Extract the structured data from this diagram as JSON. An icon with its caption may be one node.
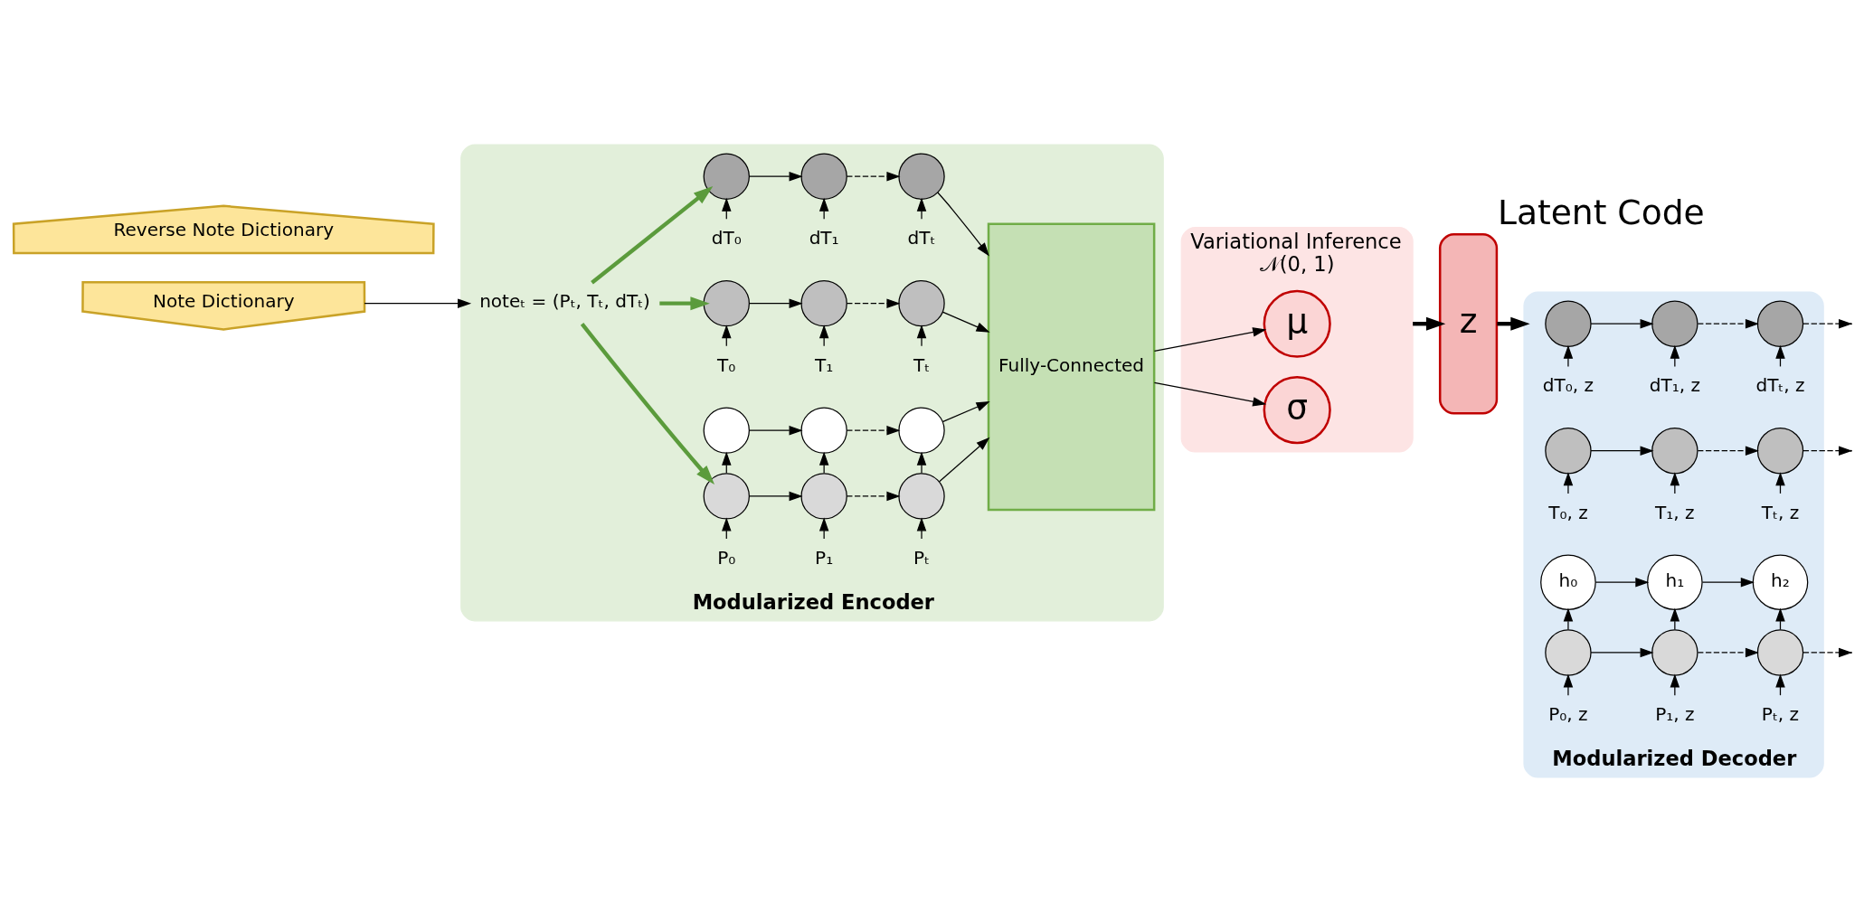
{
  "diagram": {
    "nodes": [
      {
        "text": [
          "Note Dictionary"
        ]
      },
      {
        "text": [
          "Reverse Note Dictionary"
        ]
      },
      {
        "text": [
          "Modularized Encoder"
        ]
      },
      {
        "text": [
          "noteₜ = (Pₜ, Tₜ, dTₜ)"
        ],
        "in": 2
      },
      {
        "text": [],
        "shape": "circle",
        "in": 2
      },
      {
        "text": [],
        "shape": "circle",
        "in": 2
      },
      {
        "text": [],
        "shape": "circle",
        "in": 2
      },
      {
        "text": [
          "dT₀"
        ],
        "in": 2
      },
      {
        "text": [
          "dT₁"
        ],
        "in": 2
      },
      {
        "text": [
          "dTₜ"
        ],
        "in": 2
      },
      {
        "text": [],
        "shape": "circle",
        "in": 2
      },
      {
        "text": [],
        "shape": "circle",
        "in": 2
      },
      {
        "text": [],
        "shape": "circle",
        "in": 2
      },
      {
        "text": [
          "T₀"
        ],
        "in": 2
      },
      {
        "text": [
          "T₁"
        ],
        "in": 2
      },
      {
        "text": [
          "Tₜ"
        ],
        "in": 2
      },
      {
        "text": [],
        "shape": "circle",
        "in": 2
      },
      {
        "text": [],
        "shape": "circle",
        "in": 2
      },
      {
        "text": [],
        "shape": "circle",
        "in": 2
      },
      {
        "text": [
          "P₀"
        ],
        "in": 2
      },
      {
        "text": [
          "P₁"
        ],
        "in": 2
      },
      {
        "text": [
          "Pₜ"
        ],
        "in": 2
      },
      {
        "text": [],
        "shape": "circle",
        "in": 2
      },
      {
        "text": [],
        "shape": "circle",
        "in": 2
      },
      {
        "text": [],
        "shape": "circle",
        "in": 2
      },
      {
        "text": [
          "Fully-Connected"
        ],
        "in": 2
      },
      {
        "text": [
          "Variational Inference",
          "𝒩(0, 1)"
        ]
      },
      {
        "text": [
          "μ"
        ],
        "in": 26
      },
      {
        "text": [
          "σ"
        ],
        "in": 26
      },
      {
        "text": [
          "z"
        ],
        "beside": [
          "Latent Code"
        ]
      },
      {
        "text": [
          "Modularized Decoder"
        ]
      },
      {
        "text": [],
        "shape": "circle",
        "in": 30
      },
      {
        "text": [],
        "shape": "circle",
        "in": 30
      },
      {
        "text": [],
        "shape": "circle",
        "in": 30
      },
      {
        "text": [
          "dT₀, z"
        ],
        "in": 30
      },
      {
        "text": [
          "dT₁, z"
        ],
        "in": 30
      },
      {
        "text": [
          "dTₜ, z"
        ],
        "in": 30
      },
      {
        "text": [],
        "shape": "circle",
        "in": 30
      },
      {
        "text": [],
        "shape": "circle",
        "in": 30
      },
      {
        "text": [],
        "shape": "circle",
        "in": 30
      },
      {
        "text": [
          "T₀, z"
        ],
        "in": 30
      },
      {
        "text": [
          "T₁, z"
        ],
        "in": 30
      },
      {
        "text": [
          "Tₜ, z"
        ],
        "in": 30
      },
      {
        "text": [],
        "shape": "circle",
        "in": 30
      },
      {
        "text": [],
        "shape": "circle",
        "in": 30
      },
      {
        "text": [],
        "shape": "circle",
        "in": 30
      },
      {
        "text": [
          "P₀, z"
        ],
        "in": 30
      },
      {
        "text": [
          "P₁, z"
        ],
        "in": 30
      },
      {
        "text": [
          "Pₜ, z"
        ],
        "in": 30
      },
      {
        "text": [
          "h₀"
        ],
        "in": 30
      },
      {
        "text": [
          "h₁"
        ],
        "in": 30
      },
      {
        "text": [
          "h₂"
        ],
        "in": 30
      }
    ],
    "edges": [
      {
        "from": 0,
        "to": 3,
        "arrow": "to"
      },
      {
        "from": 3,
        "to": 4,
        "arrow": "to",
        "style": "thick",
        "color": "#5b9b3c"
      },
      {
        "from": 3,
        "to": 10,
        "arrow": "to",
        "style": "thick",
        "color": "#5b9b3c"
      },
      {
        "from": 3,
        "to": 16,
        "arrow": "to",
        "style": "thick",
        "color": "#5b9b3c"
      },
      {
        "from": 7,
        "to": 4,
        "arrow": "to"
      },
      {
        "from": 8,
        "to": 5,
        "arrow": "to"
      },
      {
        "from": 9,
        "to": 6,
        "arrow": "to"
      },
      {
        "from": 13,
        "to": 10,
        "arrow": "to"
      },
      {
        "from": 14,
        "to": 11,
        "arrow": "to"
      },
      {
        "from": 15,
        "to": 12,
        "arrow": "to"
      },
      {
        "from": 19,
        "to": 16,
        "arrow": "to"
      },
      {
        "from": 20,
        "to": 17,
        "arrow": "to"
      },
      {
        "from": 21,
        "to": 18,
        "arrow": "to"
      },
      {
        "from": 4,
        "to": 5,
        "arrow": "to"
      },
      {
        "from": 5,
        "to": 6,
        "arrow": "to",
        "style": "dashed"
      },
      {
        "from": 6,
        "to": 25,
        "arrow": "to"
      },
      {
        "from": 10,
        "to": 11,
        "arrow": "to"
      },
      {
        "from": 11,
        "to": 12,
        "arrow": "to",
        "style": "dashed"
      },
      {
        "from": 12,
        "to": 25,
        "arrow": "to"
      },
      {
        "from": 16,
        "to": 17,
        "arrow": "to"
      },
      {
        "from": 17,
        "to": 18,
        "arrow": "to",
        "style": "dashed"
      },
      {
        "from": 18,
        "to": 25,
        "arrow": "to"
      },
      {
        "from": 16,
        "to": 22,
        "arrow": "to"
      },
      {
        "from": 17,
        "to": 23,
        "arrow": "to"
      },
      {
        "from": 18,
        "to": 24,
        "arrow": "to"
      },
      {
        "from": 22,
        "to": 23,
        "arrow": "to"
      },
      {
        "from": 23,
        "to": 24,
        "arrow": "to",
        "style": "dashed"
      },
      {
        "from": 24,
        "to": 25,
        "arrow": "to"
      },
      {
        "from": 25,
        "to": 27,
        "arrow": "to"
      },
      {
        "from": 25,
        "to": 28,
        "arrow": "to"
      },
      {
        "from": 26,
        "to": 29,
        "arrow": "to",
        "style": "thick"
      },
      {
        "from": 29,
        "to": 30,
        "arrow": "to",
        "style": "thick"
      },
      {
        "from": 34,
        "to": 31,
        "arrow": "to"
      },
      {
        "from": 35,
        "to": 32,
        "arrow": "to"
      },
      {
        "from": 36,
        "to": 33,
        "arrow": "to"
      },
      {
        "from": 40,
        "to": 37,
        "arrow": "to"
      },
      {
        "from": 41,
        "to": 38,
        "arrow": "to"
      },
      {
        "from": 42,
        "to": 39,
        "arrow": "to"
      },
      {
        "from": 46,
        "to": 43,
        "arrow": "to"
      },
      {
        "from": 47,
        "to": 44,
        "arrow": "to"
      },
      {
        "from": 48,
        "to": 45,
        "arrow": "to"
      },
      {
        "from": 31,
        "to": 32,
        "arrow": "to"
      },
      {
        "from": 32,
        "to": 33,
        "arrow": "to",
        "style": "dashed"
      },
      {
        "from": 33,
        "to": null,
        "arrow": "to",
        "style": "dashed"
      },
      {
        "from": 37,
        "to": 38,
        "arrow": "to"
      },
      {
        "from": 38,
        "to": 39,
        "arrow": "to",
        "style": "dashed"
      },
      {
        "from": 39,
        "to": null,
        "arrow": "to",
        "style": "dashed"
      },
      {
        "from": 43,
        "to": 44,
        "arrow": "to"
      },
      {
        "from": 44,
        "to": 45,
        "arrow": "to",
        "style": "dashed"
      },
      {
        "from": 45,
        "to": null,
        "arrow": "to",
        "style": "dashed"
      },
      {
        "from": 43,
        "to": 49,
        "arrow": "to"
      },
      {
        "from": 44,
        "to": 50,
        "arrow": "to"
      },
      {
        "from": 45,
        "to": 51,
        "arrow": "to"
      },
      {
        "from": 49,
        "to": 50,
        "arrow": "to"
      },
      {
        "from": 50,
        "to": 51,
        "arrow": "to"
      }
    ]
  }
}
